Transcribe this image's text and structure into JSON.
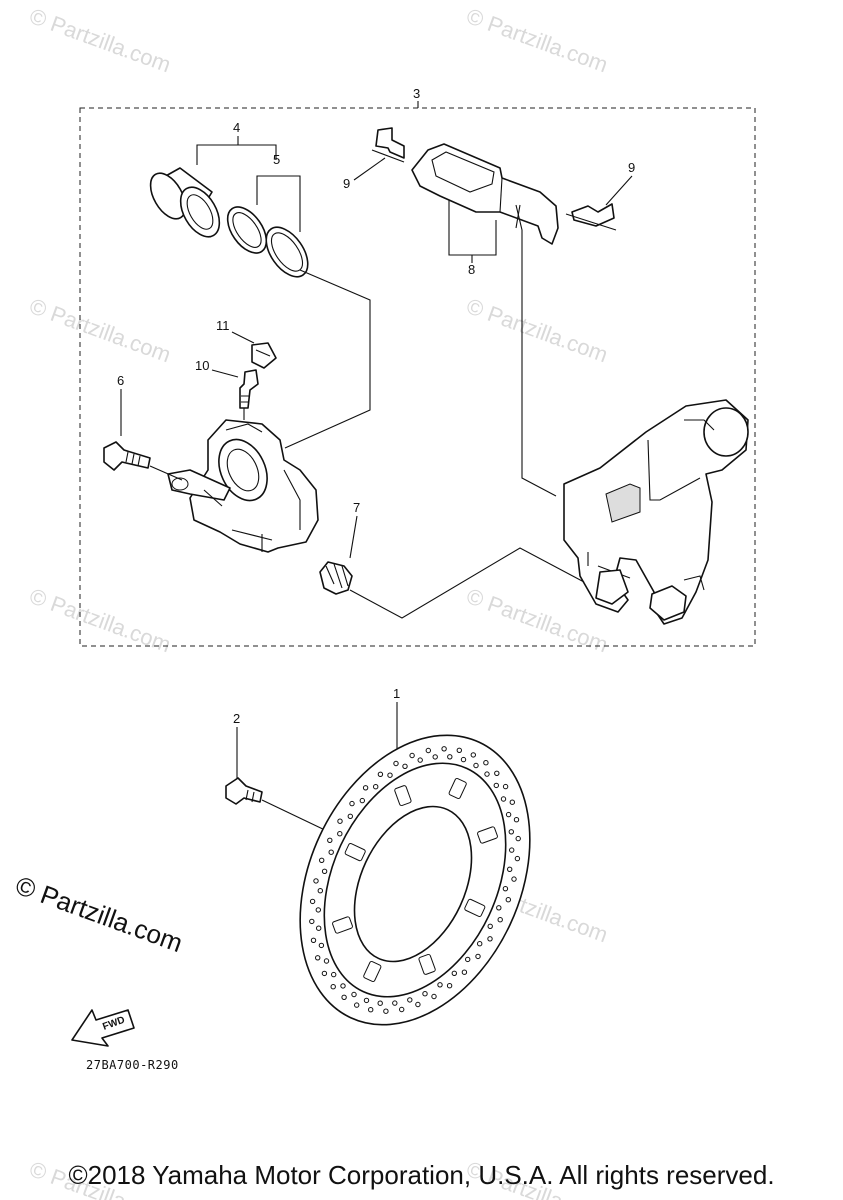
{
  "watermark": {
    "text": "© Partzilla.com"
  },
  "callouts": [
    "1",
    "2",
    "3",
    "4",
    "5",
    "6",
    "7",
    "8",
    "9",
    "9",
    "10",
    "11"
  ],
  "fwd_label": "FWD",
  "diagram_code": "27BA700-R290",
  "copyright": "©2018 Yamaha Motor Corporation, U.S.A. All rights reserved."
}
